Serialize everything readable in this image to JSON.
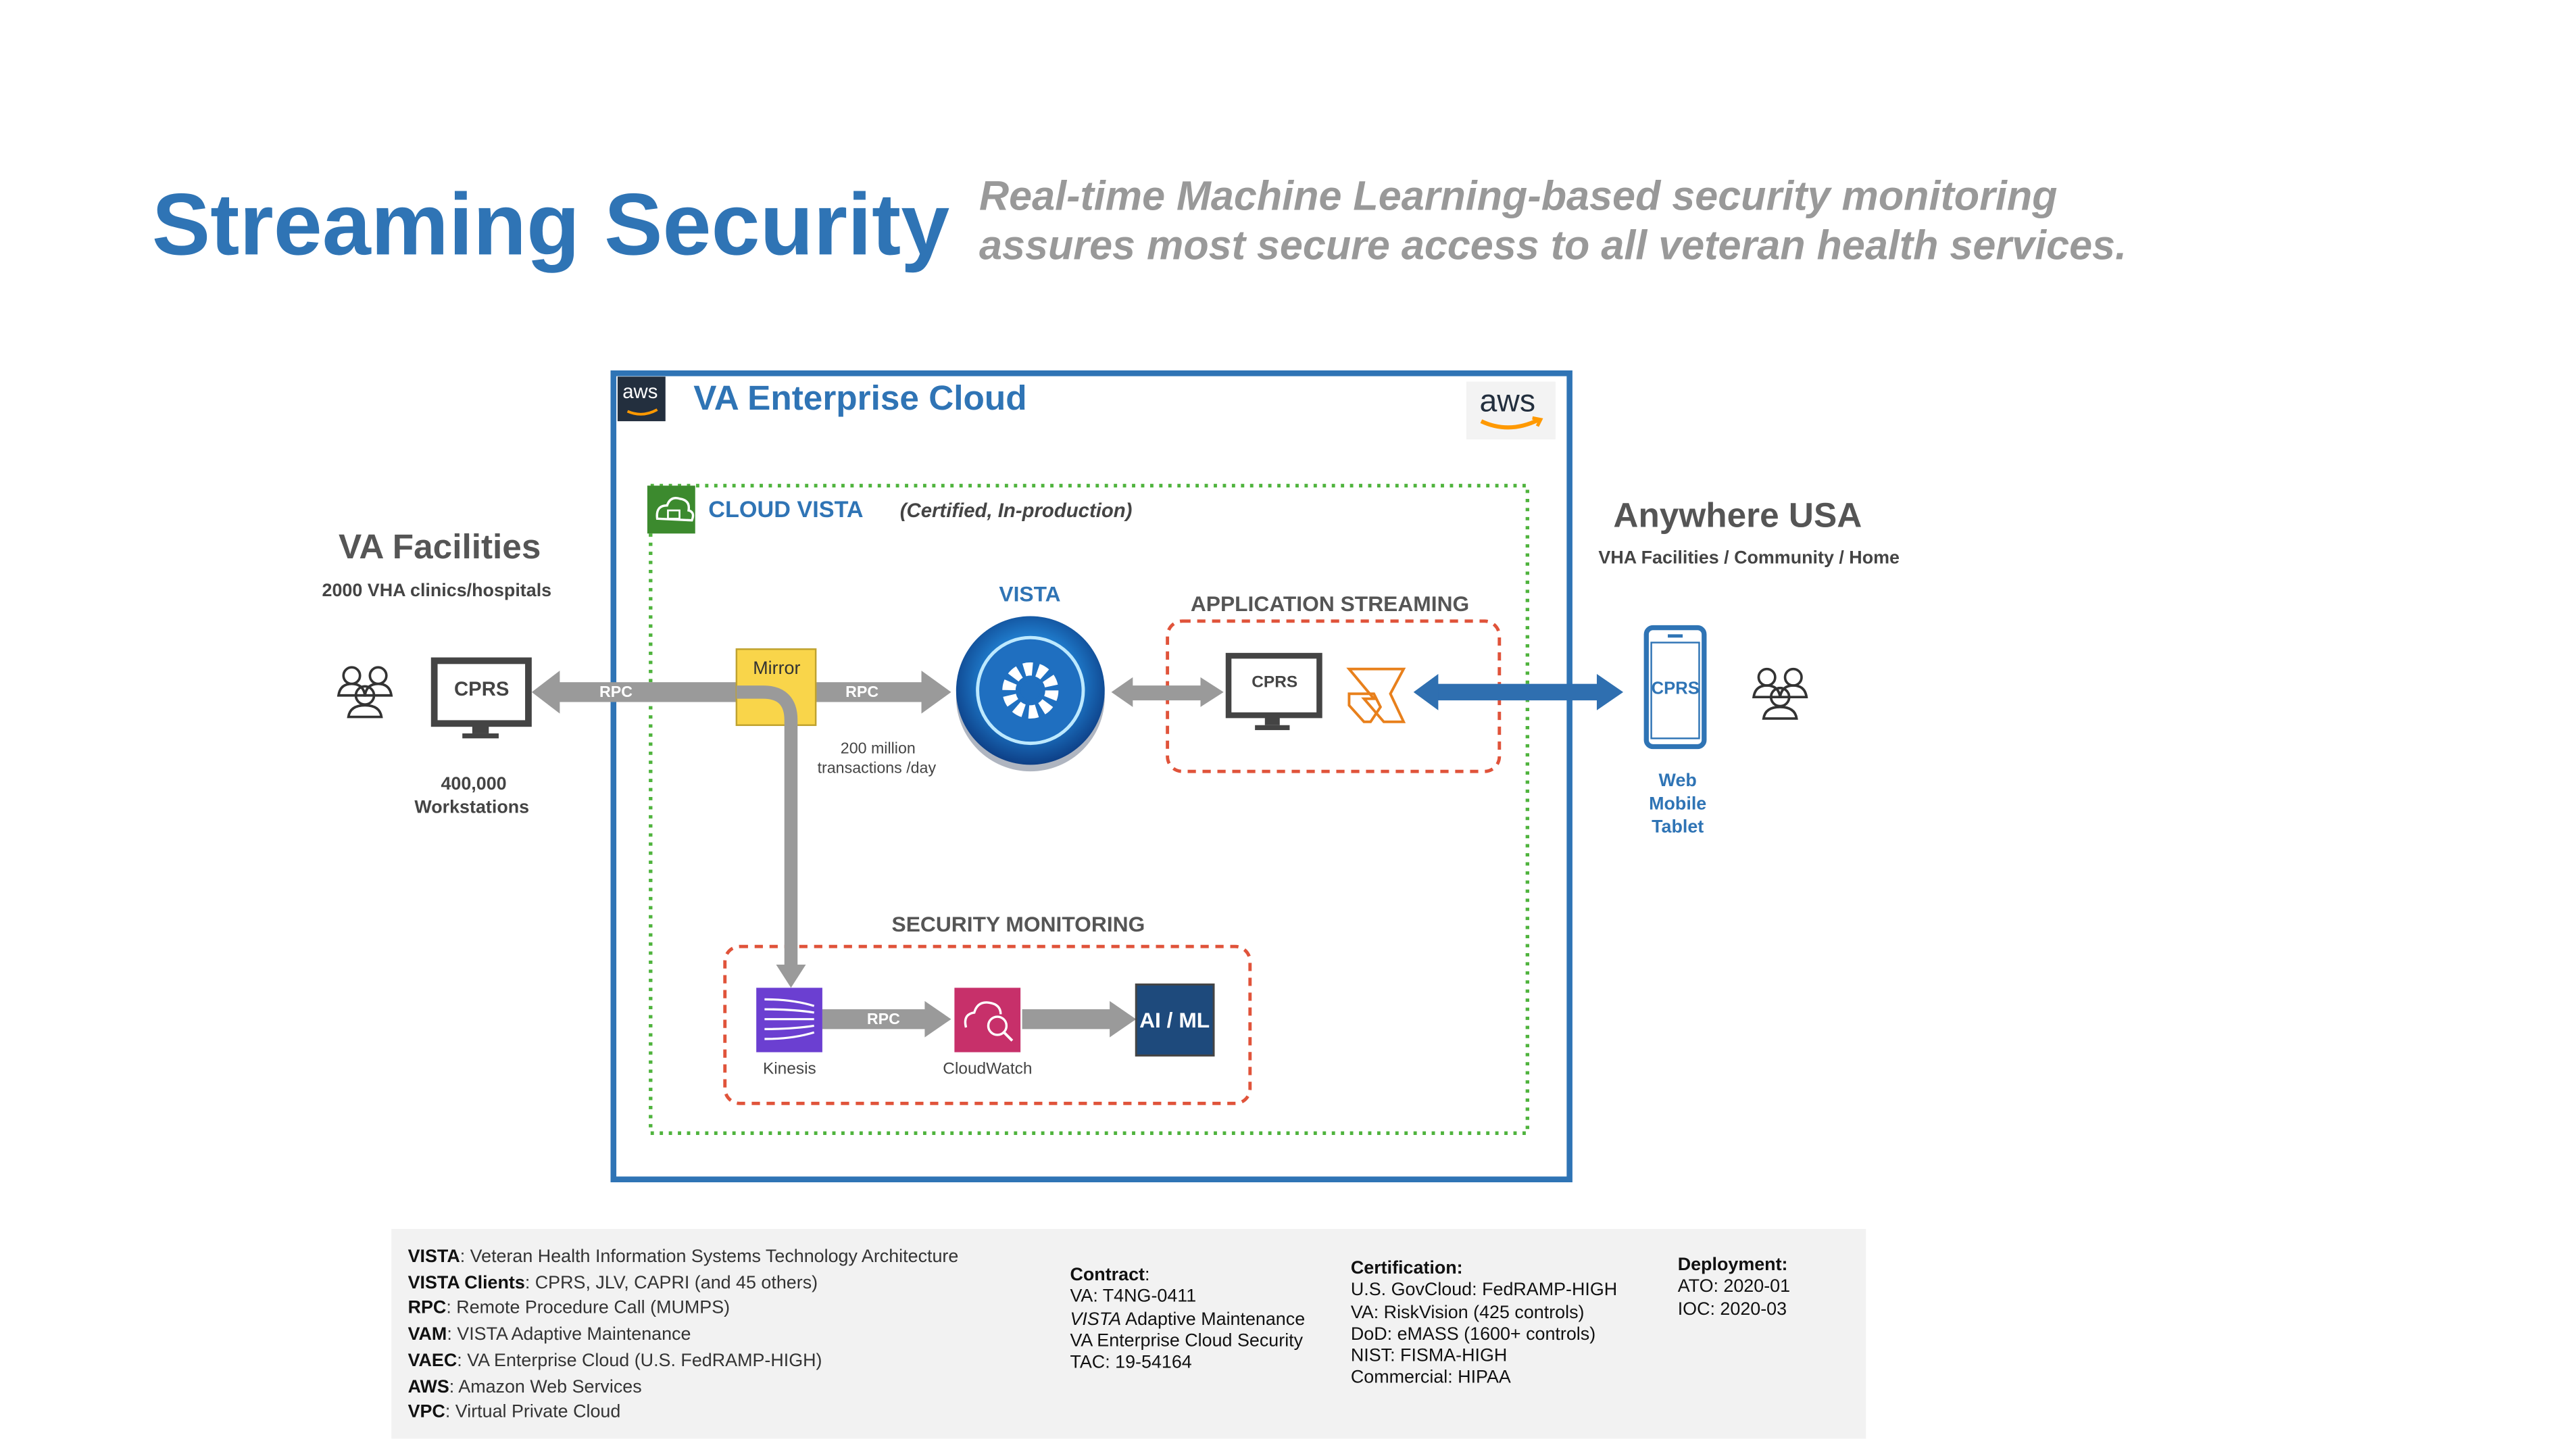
{
  "header": {
    "title": "Streaming Security",
    "subtitle_line1": "Real-time Machine Learning-based security monitoring",
    "subtitle_line2": "assures most secure access to all veteran health services."
  },
  "va_facilities": {
    "title": "VA Facilities",
    "subtitle": "2000 VHA clinics/hospitals",
    "workstations_count": "400,000",
    "workstations_label": "Workstations",
    "cprs_label": "CPRS"
  },
  "enterprise_cloud": {
    "title": "VA Enterprise Cloud",
    "aws_badge": "aws",
    "aws_logo": "aws"
  },
  "cloud_vista": {
    "title": "CLOUD VISTA",
    "note": "(Certified,  In-production)"
  },
  "flow": {
    "mirror_label": "Mirror",
    "rpc_left": "RPC",
    "rpc_right": "RPC",
    "rpc_bottom": "RPC",
    "transactions_line1": "200 million",
    "transactions_line2": "transactions /day"
  },
  "vista": {
    "label": "VISTA"
  },
  "app_streaming": {
    "title": "APPLICATION STREAMING",
    "cprs_label": "CPRS"
  },
  "security_monitoring": {
    "title": "SECURITY MONITORING",
    "kinesis_label": "Kinesis",
    "cloudwatch_label": "CloudWatch",
    "aiml_label": "AI / ML"
  },
  "anywhere": {
    "title": "Anywhere USA",
    "subtitle": "VHA Facilities  / Community / Home",
    "cprs_label": "CPRS",
    "device_line1": "Web",
    "device_line2": "Mobile",
    "device_line3": "Tablet"
  },
  "legend": {
    "definitions": [
      {
        "term": "VISTA",
        "desc": ": Veteran Health Information Systems Technology Architecture"
      },
      {
        "term": "VISTA Clients",
        "desc": ": CPRS, JLV, CAPRI (and 45 others)"
      },
      {
        "term": "RPC",
        "desc": ":  Remote Procedure Call (MUMPS)"
      },
      {
        "term": "VAM",
        "desc": ":  VISTA Adaptive Maintenance"
      },
      {
        "term": "VAEC",
        "desc": ": VA Enterprise Cloud (U.S. FedRAMP-HIGH)"
      },
      {
        "term": "AWS",
        "desc": ":  Amazon Web Services"
      },
      {
        "term": "VPC",
        "desc": ":  Virtual Private Cloud"
      }
    ],
    "contract": {
      "heading": "Contract",
      "heading_suffix": ":",
      "line1": "VA:  T4NG-0411",
      "line2_italic": "VISTA",
      "line2_rest": " Adaptive Maintenance",
      "line3": "VA Enterprise Cloud Security",
      "line4": "TAC: 19-54164"
    },
    "certification": {
      "heading": "Certification:",
      "lines": [
        "U.S. GovCloud: FedRAMP-HIGH",
        "VA: RiskVision (425 controls)",
        "DoD: eMASS   (1600+ controls)",
        "NIST: FISMA-HIGH",
        "Commercial: HIPAA"
      ]
    },
    "deployment": {
      "heading": "Deployment:",
      "lines": [
        "ATO: 2020-01",
        "IOC: 2020-03"
      ]
    }
  },
  "colors": {
    "title_blue": "#2f74b5",
    "enterprise_border": "#2f74b5",
    "cloud_vista_dotted": "#4fb33d",
    "dashed_red": "#e0533a",
    "arrow_grey": "#9a9a9a",
    "arrow_blue": "#2f6fb0",
    "mirror_yellow": "#f9d54a",
    "kinesis_purple": "#6b3fd1",
    "cloudwatch_pink": "#c7306a",
    "aiml_navy": "#1e4a7c"
  }
}
